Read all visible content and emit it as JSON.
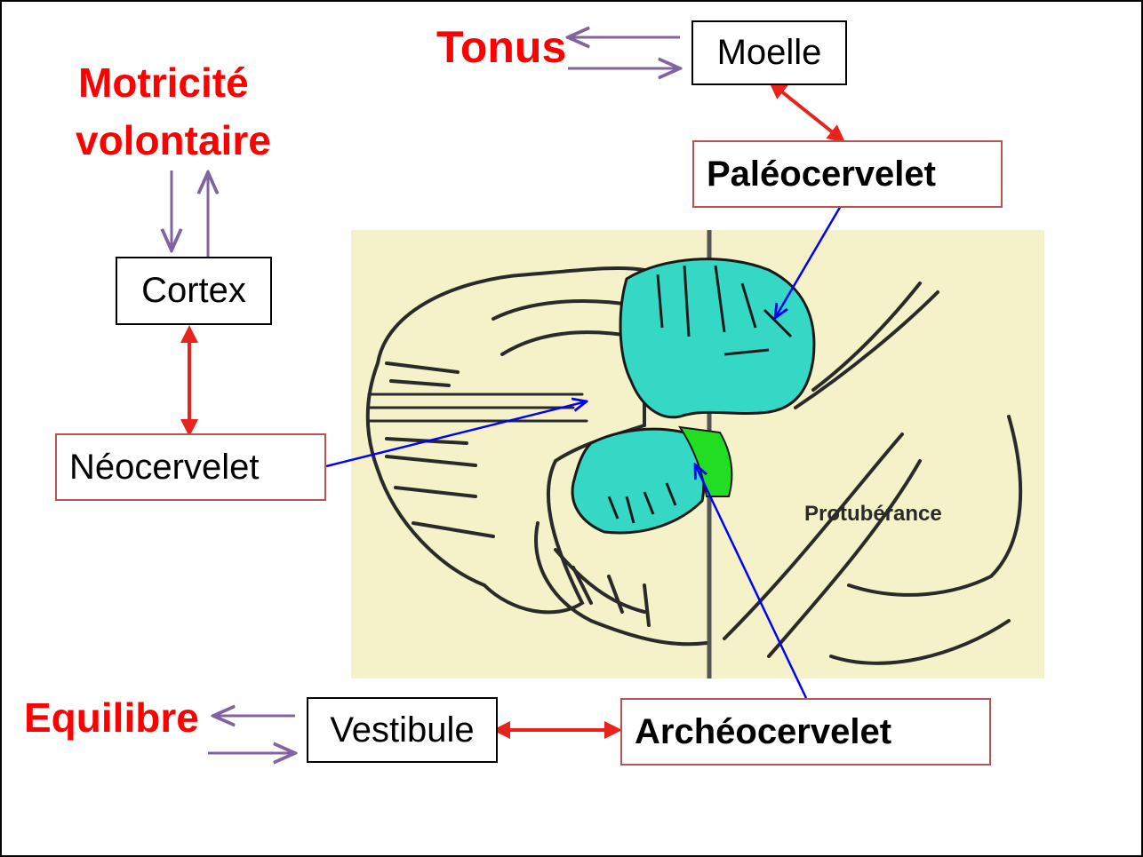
{
  "labels": {
    "tonus": "Tonus",
    "motricite_line1": "Motricité",
    "motricite_line2": "volontaire",
    "equilibre": "Equilibre"
  },
  "boxes": {
    "moelle": "Moelle",
    "paleocervelet": "Paléocervelet",
    "cortex": "Cortex",
    "neocervelet": "Néocervelet",
    "vestibule": "Vestibule",
    "archeocervelet": "Archéocervelet"
  },
  "illustration": {
    "protuberance_label": "Protubérance"
  },
  "colors": {
    "red_labels": "#ff0000",
    "double_arrows": "#e8231c",
    "thin_arrows": "#8064a2",
    "pointer_lines": "#0000ff",
    "box_border_structures": "#b85450",
    "cerebellum_fill": "#34d8c4",
    "archeocerebellum_fill": "#22dd22",
    "illustration_background": "#f5f1c9"
  }
}
